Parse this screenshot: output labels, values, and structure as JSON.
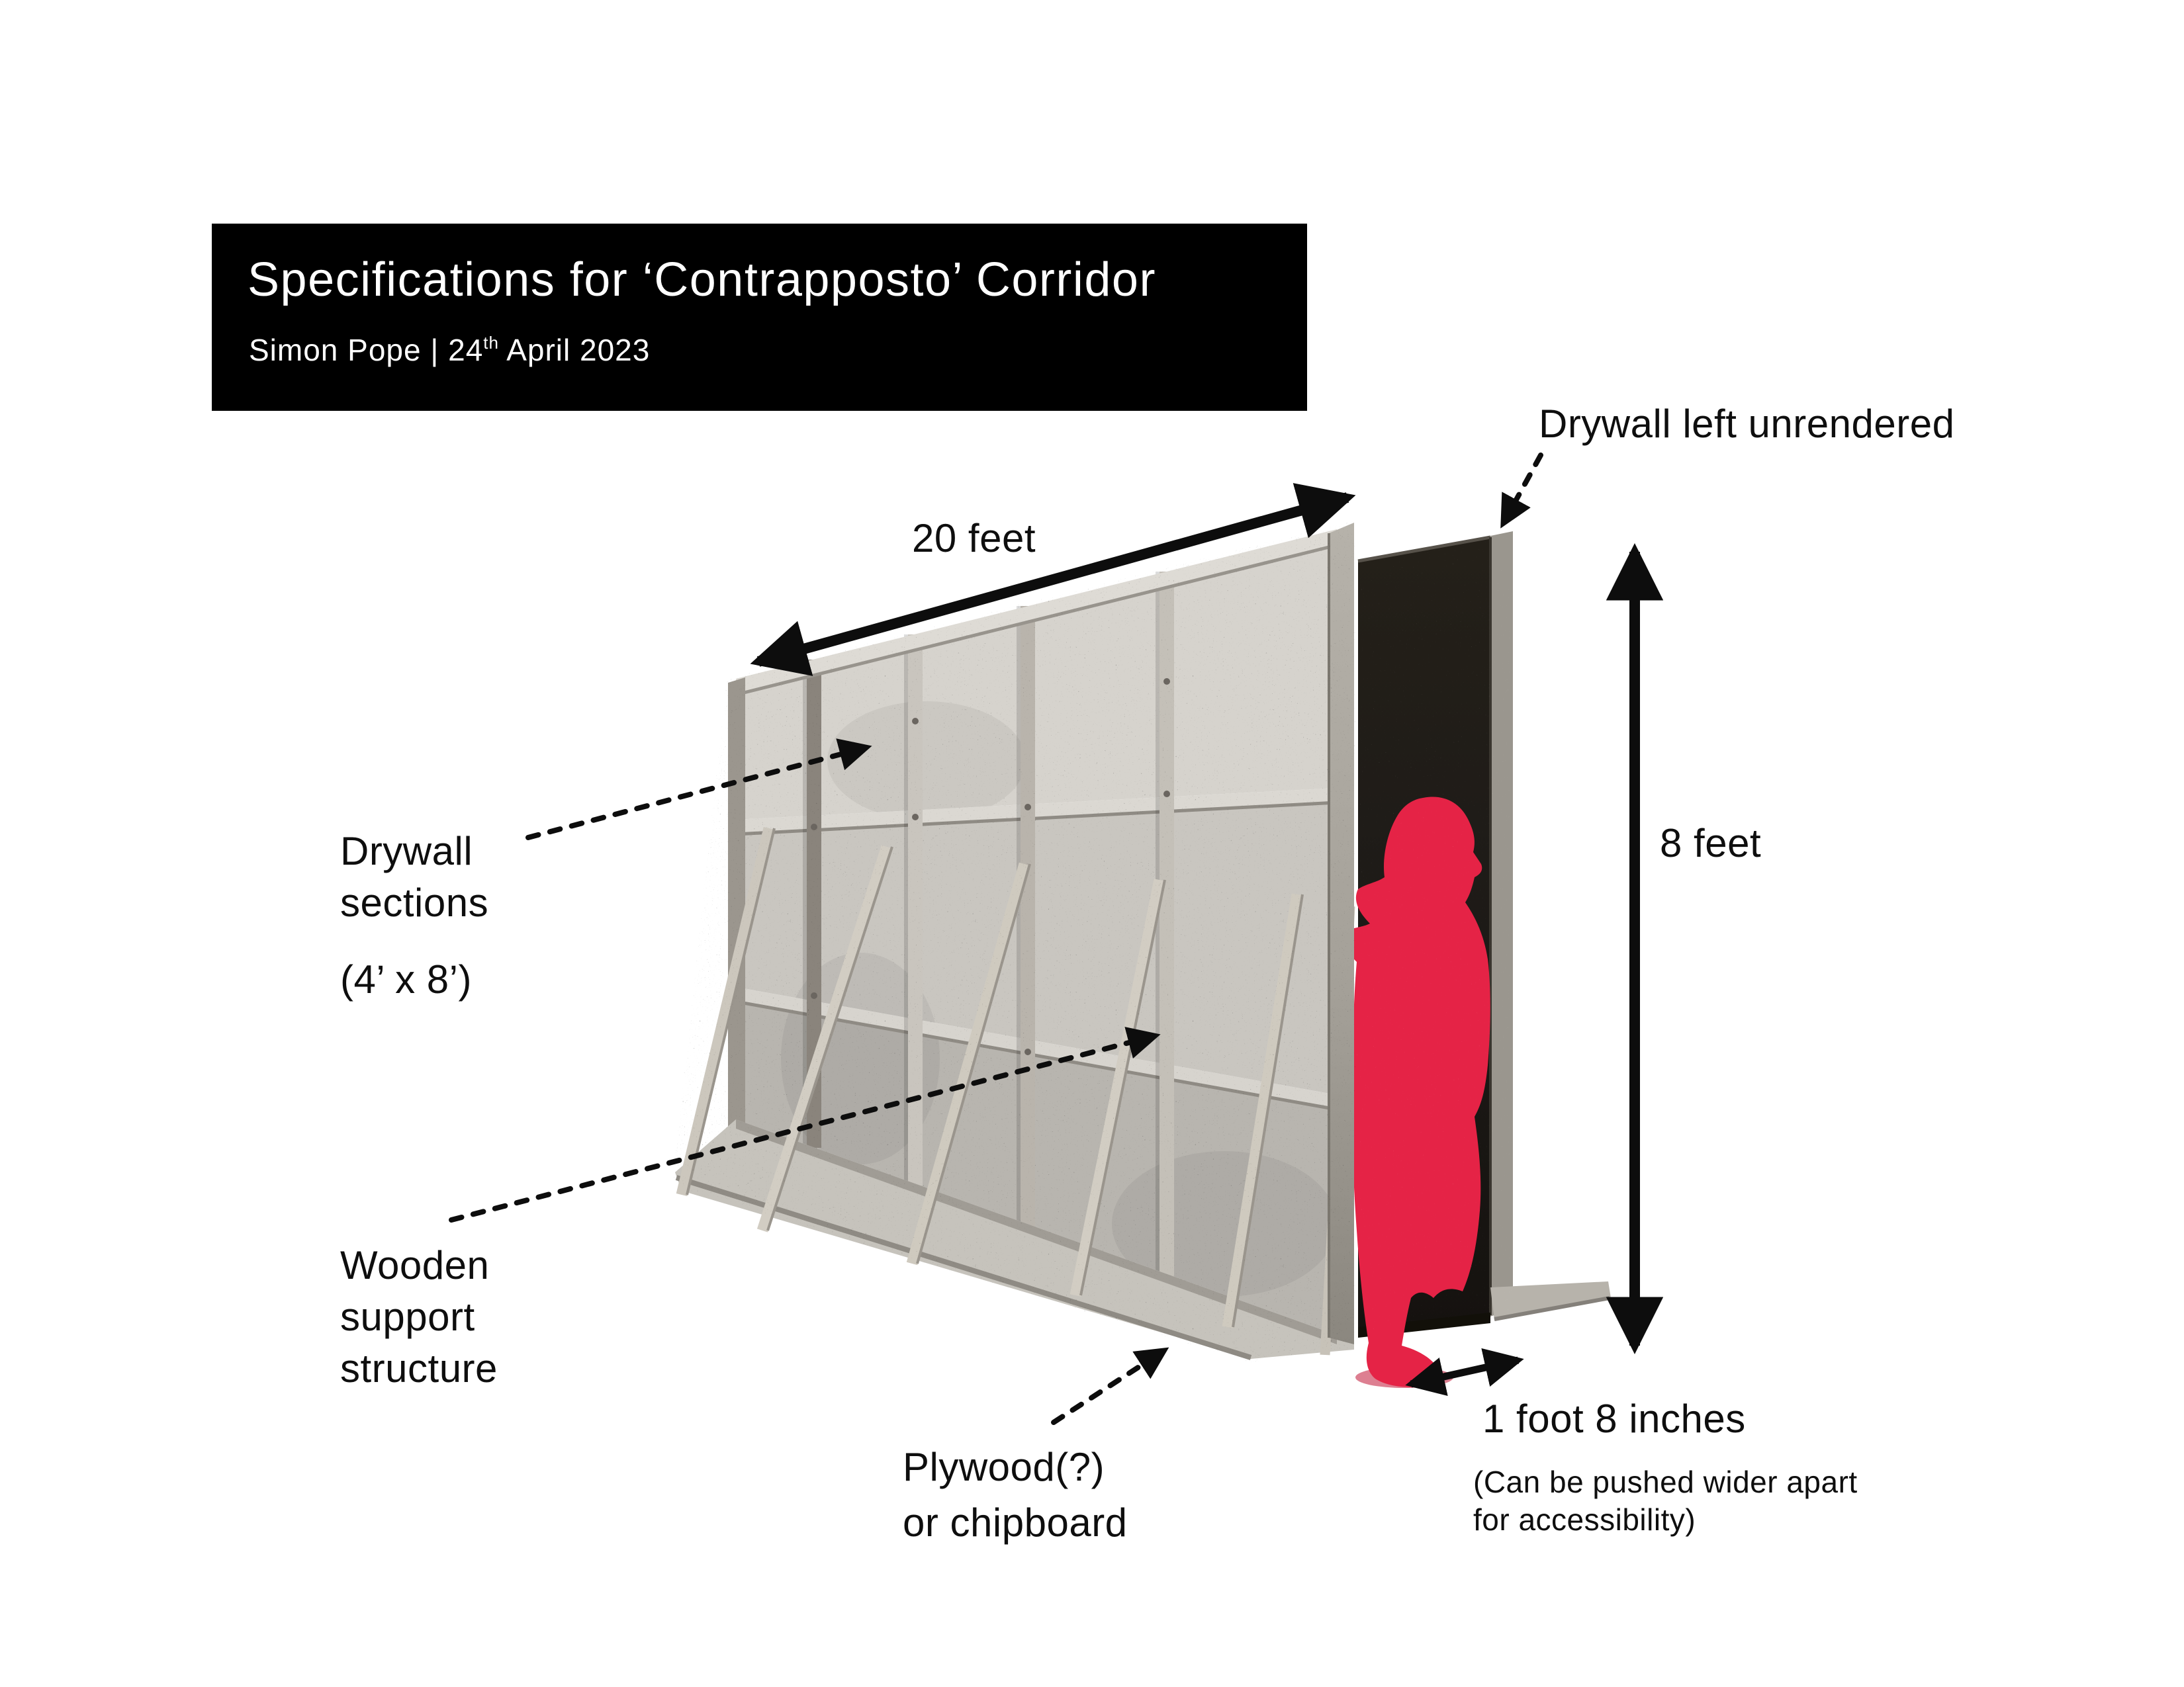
{
  "header": {
    "title": "Specifications for ‘Contrapposto’ Corridor",
    "byline_start": "Simon Pope | 24",
    "byline_sup": "th",
    "byline_end": " April 2023"
  },
  "annotations": {
    "length": "20 feet",
    "height": "8 feet",
    "unrendered": "Drywall left unrendered",
    "sections_line1": "Drywall",
    "sections_line2": "sections",
    "sections_size": "(4’ x 8’)",
    "support_line1": "Wooden",
    "support_line2": "support",
    "support_line3": "structure",
    "base_line1": "Plywood(?)",
    "base_line2": "or chipboard",
    "gap": "1 foot 8 inches",
    "gap_note_line1": "(Can be pushed wider apart",
    "gap_note_line2": "for accessibility)"
  },
  "colors": {
    "accent_red": "#e52346",
    "accent_red_shadow": "#c11637",
    "title_bg": "#000000",
    "title_text": "#ffffff",
    "drywall_light": "#d6d3cd",
    "drywall_mid": "#c9c6c0",
    "drywall_dark": "#b8b5af",
    "framing_wood": "#d9d6d0",
    "unrendered_panel": "#1e1b18",
    "annotation_ink": "#0e0e0e"
  }
}
